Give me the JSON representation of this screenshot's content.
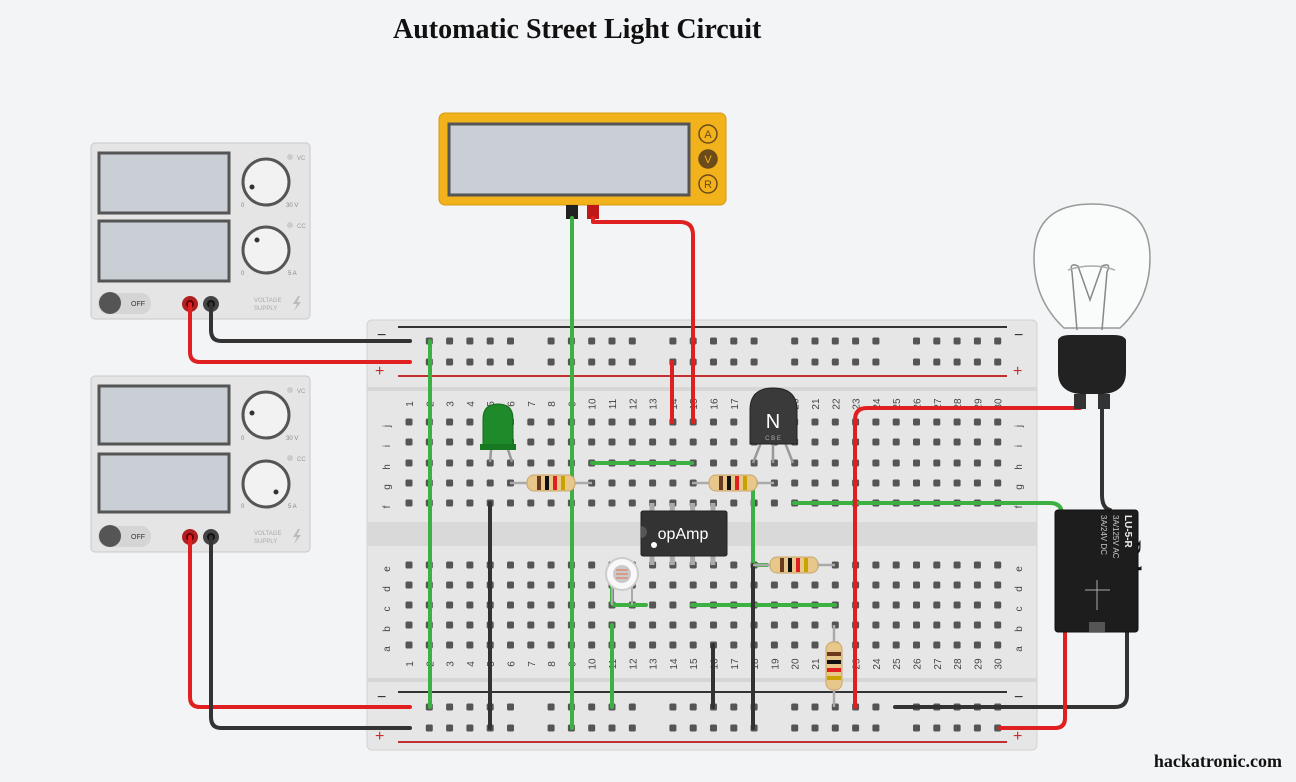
{
  "title": "Automatic Street Light Circuit",
  "brand": "hackatronic.com",
  "relay_label": "Relay",
  "power_supply": {
    "vc_label": "VC",
    "cc_label": "CC",
    "v_min": "0",
    "v_max": "30 V",
    "a_min": "0",
    "a_max": "5 A",
    "off_label": "OFF",
    "voltage_label": "VOLTAGE",
    "supply_label": "SUPPLY"
  },
  "multimeter": {
    "buttons": [
      "A",
      "V",
      "R"
    ]
  },
  "breadboard": {
    "column_numbers": [
      "1",
      "2",
      "3",
      "4",
      "5",
      "6",
      "7",
      "8",
      "9",
      "10",
      "11",
      "12",
      "13",
      "14",
      "15",
      "16",
      "17",
      "18",
      "19",
      "20",
      "21",
      "22",
      "23",
      "24",
      "25",
      "26",
      "27",
      "28",
      "29",
      "30"
    ],
    "row_letters_top": [
      "j",
      "i",
      "h",
      "g",
      "f"
    ],
    "row_letters_bottom": [
      "e",
      "d",
      "c",
      "b",
      "a"
    ],
    "rail_minus": "−",
    "rail_plus": "+"
  },
  "transistor_label": "N",
  "transistor_pins": "C B E",
  "opamp_label": "opAmp",
  "relay_text": [
    "LU-5-R",
    "3A/125V AC",
    "3A/24V DC"
  ],
  "colors": {
    "red_wire": "#e02020",
    "black_wire": "#333333",
    "green_wire": "#3cb043",
    "multimeter": "#f2b21b",
    "board": "#e6e6e6"
  }
}
